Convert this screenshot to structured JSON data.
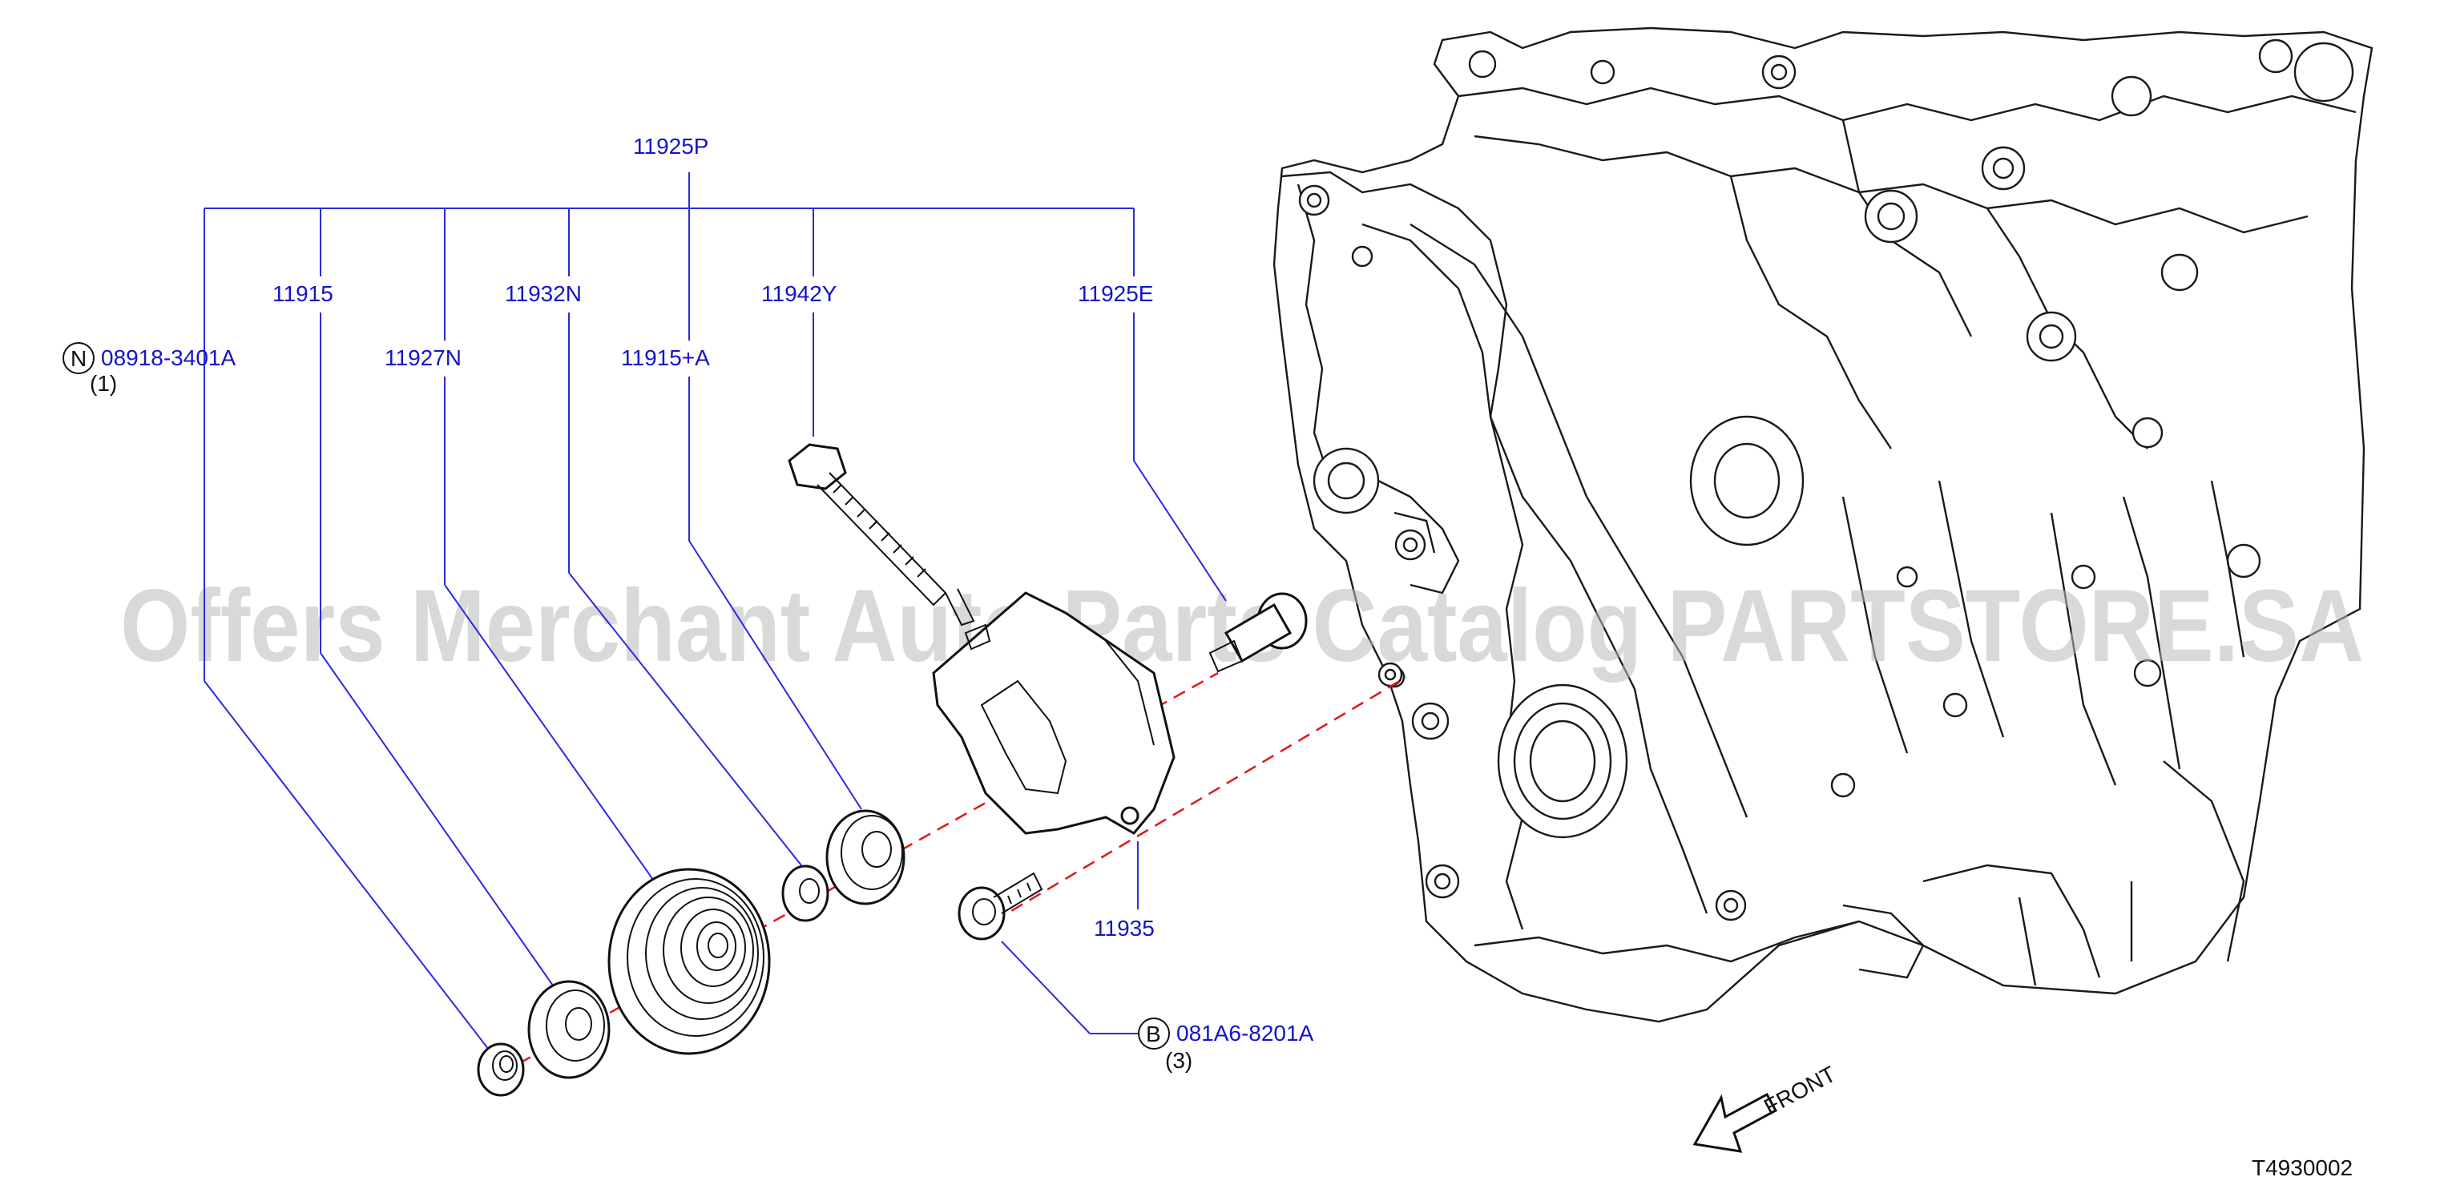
{
  "watermark": "Offers Merchant Auto Parts Catalog PARTSTORE.SA",
  "figure_code": "T4930002",
  "front_label": "FRONT",
  "callouts": {
    "group": "11925P",
    "p11915": "11915",
    "p11927N": "11927N",
    "p11932N": "11932N",
    "p11915A": "11915+A",
    "p11942Y": "11942Y",
    "p11925E": "11925E",
    "p11935": "11935",
    "nut_code": "08918-3401A",
    "nut_qty": "(1)",
    "nut_symbol": "N",
    "bolt_code": "081A6-8201A",
    "bolt_qty": "(3)",
    "bolt_symbol": "B"
  },
  "colors": {
    "callout": "#1414c8",
    "centerline": "#e01818",
    "watermark": "#b9b9b9"
  }
}
